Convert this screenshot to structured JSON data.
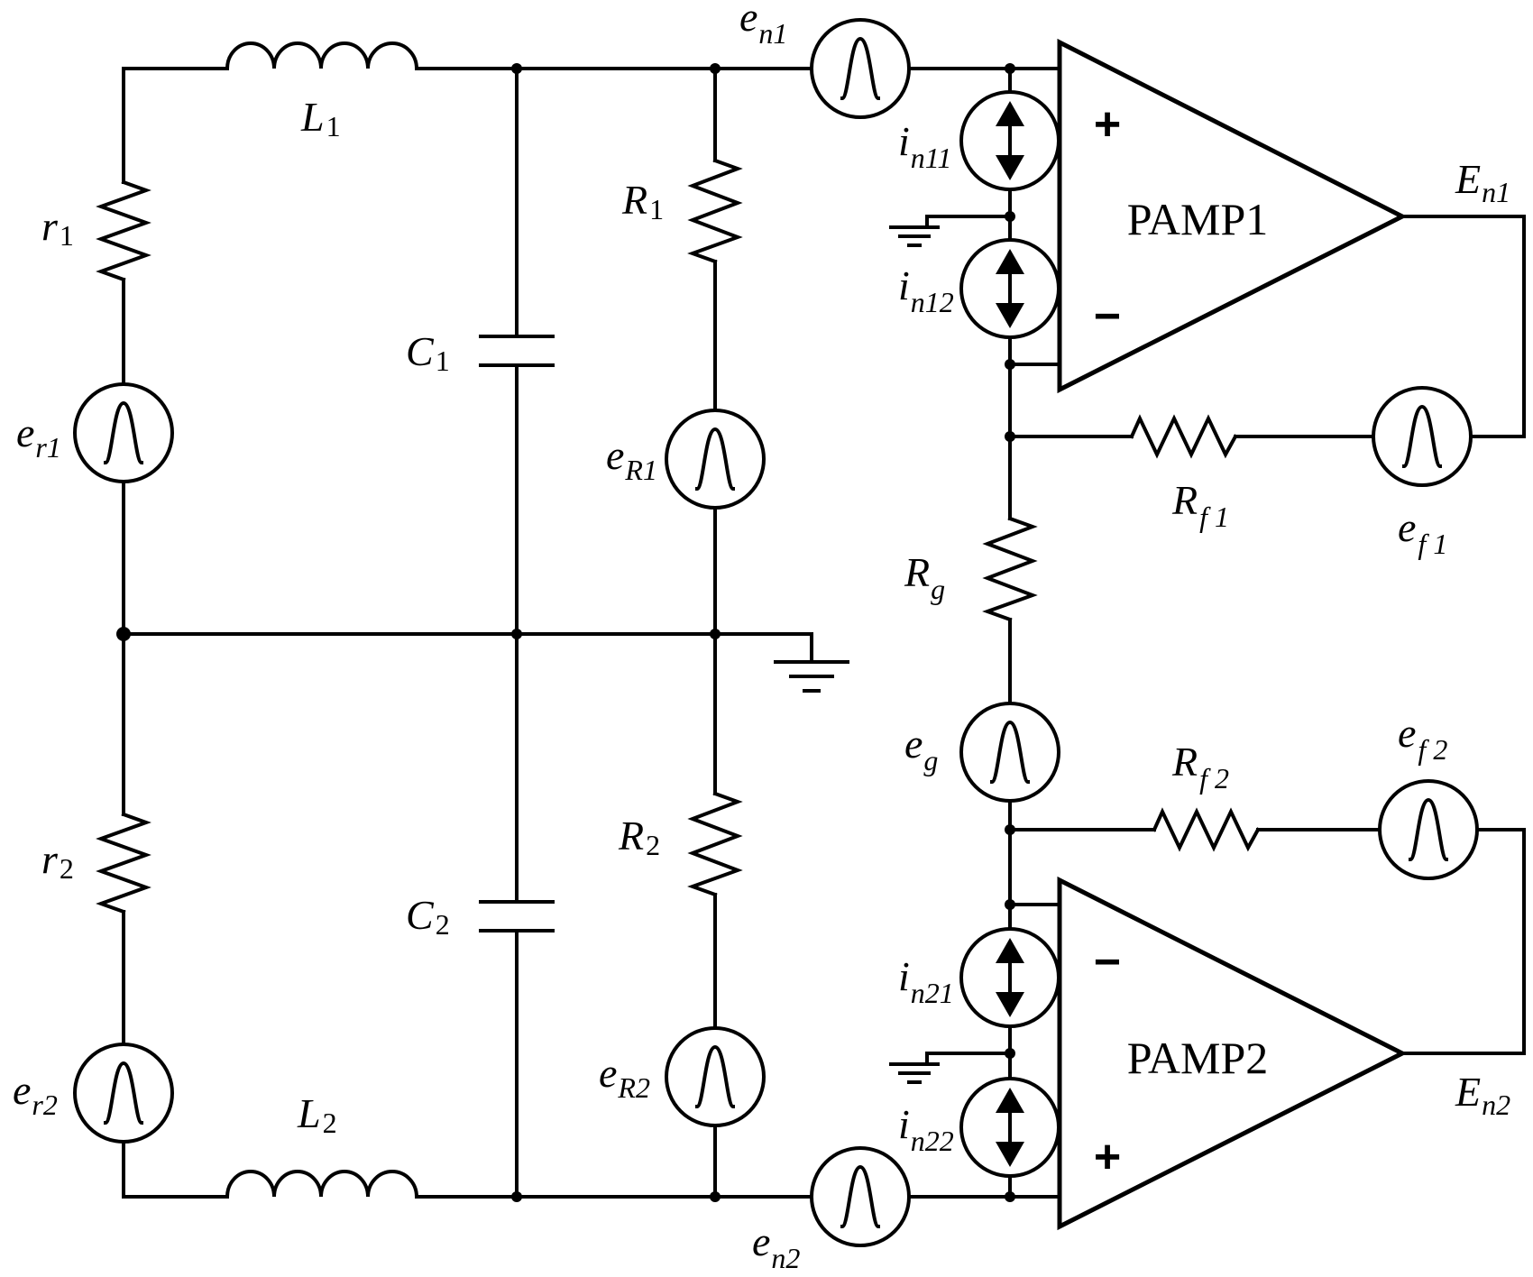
{
  "amplifiers": {
    "pamp1": {
      "name": "PAMP1",
      "plus": "+",
      "minus": "−"
    },
    "pamp2": {
      "name": "PAMP2",
      "plus": "+",
      "minus": "−"
    }
  },
  "labels": {
    "L1": {
      "main": "L",
      "sub": "1"
    },
    "L2": {
      "main": "L",
      "sub": "2"
    },
    "r1": {
      "main": "r",
      "sub": "1"
    },
    "r2": {
      "main": "r",
      "sub": "2"
    },
    "er1": {
      "main": "e",
      "sub": "r1"
    },
    "er2": {
      "main": "e",
      "sub": "r2"
    },
    "C1": {
      "main": "C",
      "sub": "1"
    },
    "C2": {
      "main": "C",
      "sub": "2"
    },
    "R1": {
      "main": "R",
      "sub": "1"
    },
    "R2": {
      "main": "R",
      "sub": "2"
    },
    "eR1": {
      "main": "e",
      "sub": "R1"
    },
    "eR2": {
      "main": "e",
      "sub": "R2"
    },
    "en1": {
      "main": "e",
      "sub": "n1"
    },
    "en2": {
      "main": "e",
      "sub": "n2"
    },
    "in11": {
      "main": "i",
      "sub": "n11"
    },
    "in12": {
      "main": "i",
      "sub": "n12"
    },
    "in21": {
      "main": "i",
      "sub": "n21"
    },
    "in22": {
      "main": "i",
      "sub": "n22"
    },
    "En1": {
      "main": "E",
      "sub": "n1"
    },
    "En2": {
      "main": "E",
      "sub": "n2"
    },
    "Rf1": {
      "main": "R",
      "sub": "f 1"
    },
    "Rf2": {
      "main": "R",
      "sub": "f 2"
    },
    "ef1": {
      "main": "e",
      "sub": "f 1"
    },
    "ef2": {
      "main": "e",
      "sub": "f 2"
    },
    "Rg": {
      "main": "R",
      "sub": "g"
    },
    "eg": {
      "main": "e",
      "sub": "g"
    }
  }
}
